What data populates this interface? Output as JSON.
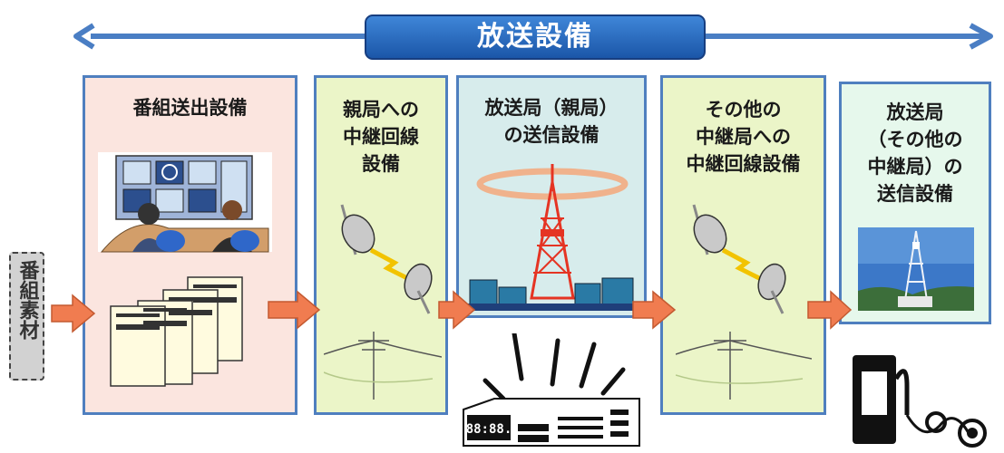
{
  "header": {
    "title": "放送設備"
  },
  "source": {
    "label": "番組素材"
  },
  "stages": [
    {
      "title": "番組送出設備"
    },
    {
      "title": "親局への\n中継回線\n設備"
    },
    {
      "title": "放送局（親局）\nの送信設備"
    },
    {
      "title": "その他の\n中継局への\n中継回線設備"
    },
    {
      "title": "放送局\n（その他の\n中継局）の\n送信設備"
    }
  ],
  "receiver": {
    "display": "88:88."
  },
  "colors": {
    "accent": "#4a7ec4",
    "arrow": "#f07c50",
    "stage_bg_green": "#ebf5c8",
    "stage_bg_pink": "#fbe5df"
  }
}
